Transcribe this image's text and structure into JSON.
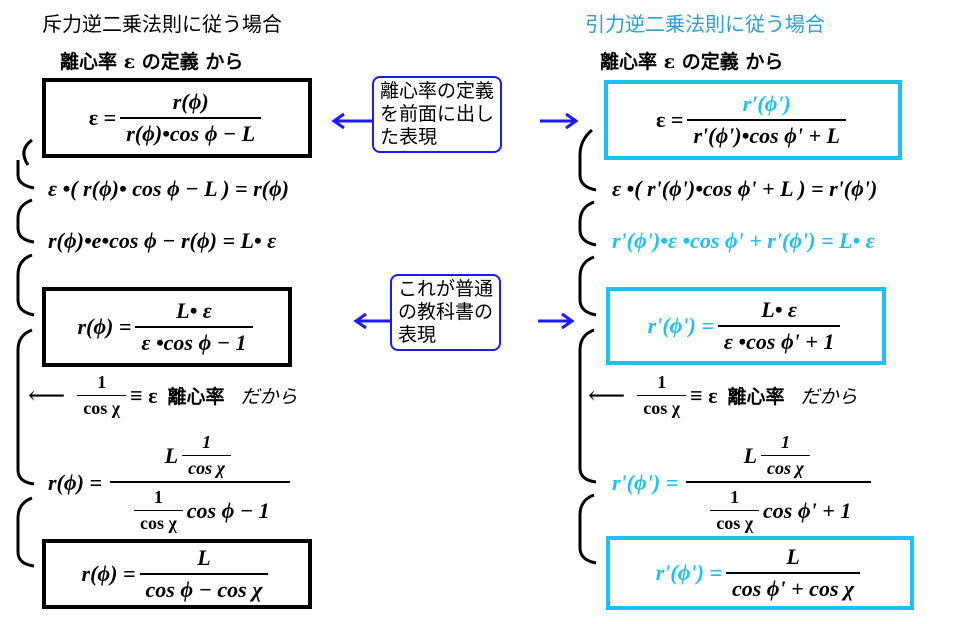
{
  "colors": {
    "attractive_accent": "#19c3ef",
    "note_border": "#1a1aff",
    "title_right": "#2a9fd6"
  },
  "left": {
    "title": "斥力逆二乗法則に従う場合",
    "subtitle": "離心率 ε の定義 から",
    "steps": [
      {
        "lhs": "ε =",
        "num": "r(ϕ)",
        "den": "r(ϕ)•cos ϕ − L",
        "boxed": true
      },
      {
        "text": "ε •( r(ϕ)• cos ϕ − L ) = r(ϕ)"
      },
      {
        "text": "r(ϕ)•e•cos ϕ − r(ϕ) = L• ε"
      },
      {
        "lhs": "r(ϕ) =",
        "num": "L• ε",
        "den": "ε •cos ϕ − 1",
        "boxed": true
      },
      {
        "lhs": "r(ϕ) =",
        "num": "L",
        "num_frac": "1 / cos χ",
        "den": "cos ϕ − 1",
        "den_frac": "1 / cos χ"
      },
      {
        "lhs": "r(ϕ) =",
        "num": "L",
        "den": "cos ϕ − cos χ",
        "boxed": true
      }
    ],
    "reason": {
      "frac_num": "1",
      "frac_den": "cos χ",
      "equiv": "≡ ε",
      "kanji": "離心率",
      "tail": "だから"
    }
  },
  "right": {
    "title": "引力逆二乗法則に従う場合",
    "subtitle": "離心率 ε の定義 から",
    "steps": [
      {
        "lhs": "ε =",
        "num": "r'(ϕ')",
        "den": "r'(ϕ')•cos ϕ' + L",
        "boxed": true
      },
      {
        "text": "ε •( r'(ϕ')•cos ϕ' + L ) = r'(ϕ')"
      },
      {
        "text": "r'(ϕ')•ε •cos ϕ' + r'(ϕ') = L• ε"
      },
      {
        "lhs": "r'(ϕ') =",
        "num": "L• ε",
        "den": "ε •cos ϕ' + 1",
        "boxed": true
      },
      {
        "lhs": "r'(ϕ') =",
        "num": "L",
        "num_frac": "1 / cos χ",
        "den": "cos ϕ' + 1",
        "den_frac": "1 / cos χ"
      },
      {
        "lhs": "r'(ϕ') =",
        "num": "L",
        "den": "cos ϕ' + cos χ",
        "boxed": true
      }
    ],
    "reason": {
      "frac_num": "1",
      "frac_den": "cos χ",
      "equiv": "≡ ε",
      "kanji": "離心率",
      "tail": "だから"
    }
  },
  "notes": {
    "definition_front": "離心率の定義\nを前面に出し\nた表現",
    "textbook": "これが普通\nの教科書の\n表現"
  },
  "sym": {
    "r": "r",
    "phi": "(ϕ)",
    "rp": "r'",
    "phip": "(ϕ')",
    "eq": "=",
    "eps": "ε",
    "L": "L",
    "cos": "cos",
    "cosphi": "cos ϕ",
    "phip_only": "ϕ'",
    "one": "1",
    "coschi": "cos χ",
    "dot": "•",
    "minus": "−",
    "plus": "+",
    "lp": "(",
    "rp_paren": ")",
    "e": "e"
  }
}
